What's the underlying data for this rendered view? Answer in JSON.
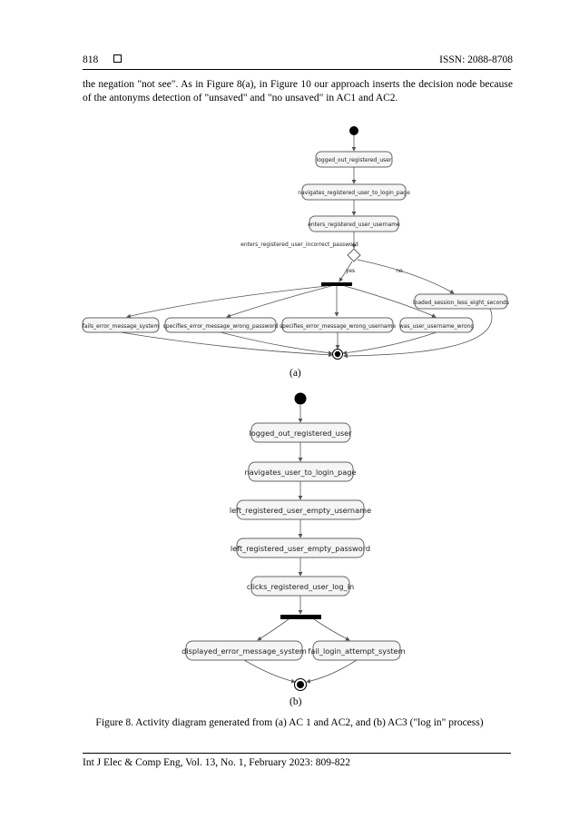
{
  "header": {
    "page_number": "818",
    "issn": "ISSN: 2088-8708"
  },
  "paragraph": "the negation \"not see\". As in Figure 8(a), in Figure 10 our approach inserts the decision node because of the antonyms detection of \"unsaved\" and \"no unsaved\" in AC1 and AC2.",
  "figure_a": {
    "nodes": {
      "n1": "logged_out_registered_user",
      "n2": "navigates_registered_user_to_login_page",
      "n3": "enters_registered_user_username",
      "n4": "loaded_session_less_eight_seconds",
      "b1": "fails_error_message_system",
      "b2": "specifies_error_message_wrong_password",
      "b3": "specifies_error_message_wrong_username",
      "b4": "was_user_username_wrong"
    },
    "decision_label": "enters_registered_user_incorrect_password",
    "yes_label": "yes",
    "no_label": "no",
    "label": "(a)"
  },
  "figure_b": {
    "nodes": {
      "n1": "logged_out_registered_user",
      "n2": "navigates_user_to_login_page",
      "n3": "left_registered_user_empty_username",
      "n4": "left_registered_user_empty_password",
      "n5": "clicks_registered_user_log_in",
      "b1": "displayed_error_message_system",
      "b2": "fail_login_attempt_system"
    },
    "label": "(b)"
  },
  "caption": "Figure 8. Activity diagram generated from (a) AC 1 and AC2, and (b) AC3 (\"log in\" process)",
  "footer": "Int J Elec & Comp Eng, Vol. 13, No. 1, February 2023: 809-822"
}
